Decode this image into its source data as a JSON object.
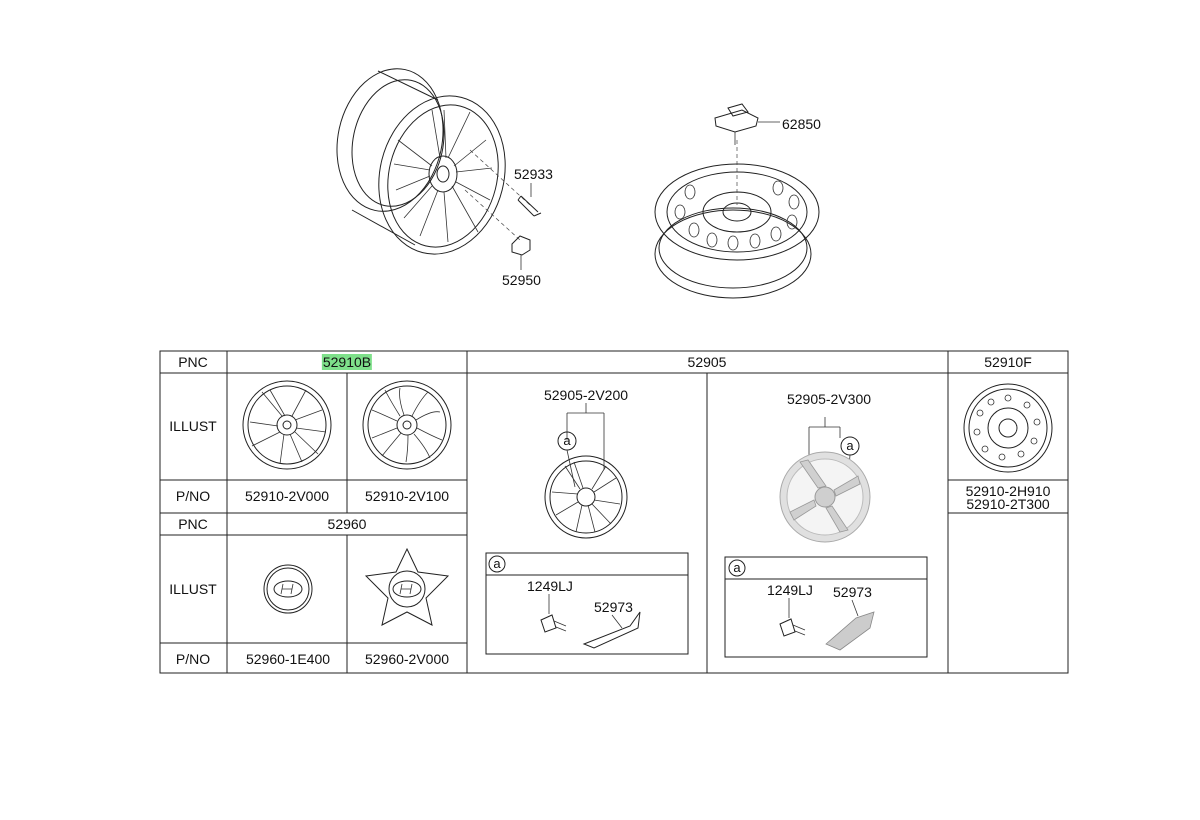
{
  "top_labels": {
    "lug_bolt": "52933",
    "lug_nut": "52950",
    "spare_holder": "62850"
  },
  "table": {
    "pnc_header": "PNC",
    "illust_header": "ILLUST",
    "pno_header": "P/NO",
    "pnc_52910b": "52910B",
    "pnc_52905": "52905",
    "pnc_52910f": "52910F",
    "pnc_52960": "52960",
    "pno_52910_2v000": "52910-2V000",
    "pno_52910_2v100": "52910-2V100",
    "pno_52905_2v200": "52905-2V200",
    "pno_52905_2v300": "52905-2V300",
    "pno_52910_2h910": "52910-2H910",
    "pno_52910_2t300": "52910-2T300",
    "pno_52960_1e400": "52960-1E400",
    "pno_52960_2v000": "52960-2V000",
    "callout_a": "a",
    "part_1249lj": "1249LJ",
    "part_52973": "52973"
  },
  "colors": {
    "highlight": "#7ee08a",
    "line": "#222222"
  }
}
